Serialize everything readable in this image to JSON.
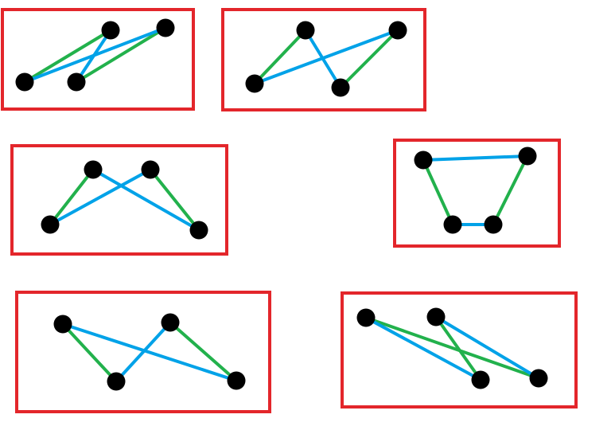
{
  "colors": {
    "background": "#ffffff",
    "frame": "#e3262b",
    "green_edge": "#22b14c",
    "blue_edge": "#00a2e8",
    "node": "#000000"
  },
  "panels": [
    {
      "id": "panel-1",
      "node_count": 4,
      "edges": [
        {
          "from": 0,
          "to": 1,
          "color": "green"
        },
        {
          "from": 2,
          "to": 3,
          "color": "green"
        },
        {
          "from": 0,
          "to": 3,
          "color": "blue"
        },
        {
          "from": 1,
          "to": 2,
          "color": "blue"
        }
      ]
    },
    {
      "id": "panel-2",
      "node_count": 4,
      "edges": [
        {
          "from": 0,
          "to": 1,
          "color": "green"
        },
        {
          "from": 2,
          "to": 3,
          "color": "green"
        },
        {
          "from": 0,
          "to": 3,
          "color": "blue"
        },
        {
          "from": 1,
          "to": 2,
          "color": "blue"
        }
      ]
    },
    {
      "id": "panel-3",
      "node_count": 4,
      "edges": [
        {
          "from": 0,
          "to": 1,
          "color": "green"
        },
        {
          "from": 2,
          "to": 3,
          "color": "green"
        },
        {
          "from": 0,
          "to": 2,
          "color": "blue"
        },
        {
          "from": 1,
          "to": 3,
          "color": "blue"
        }
      ]
    },
    {
      "id": "panel-4",
      "node_count": 4,
      "edges": [
        {
          "from": 0,
          "to": 1,
          "color": "green"
        },
        {
          "from": 2,
          "to": 3,
          "color": "green"
        },
        {
          "from": 0,
          "to": 2,
          "color": "blue"
        },
        {
          "from": 1,
          "to": 3,
          "color": "blue"
        }
      ]
    },
    {
      "id": "panel-5",
      "node_count": 4,
      "edges": [
        {
          "from": 0,
          "to": 1,
          "color": "green"
        },
        {
          "from": 2,
          "to": 3,
          "color": "green"
        },
        {
          "from": 0,
          "to": 3,
          "color": "blue"
        },
        {
          "from": 1,
          "to": 2,
          "color": "blue"
        }
      ]
    },
    {
      "id": "panel-6",
      "node_count": 4,
      "edges": [
        {
          "from": 0,
          "to": 1,
          "color": "green"
        },
        {
          "from": 2,
          "to": 3,
          "color": "green"
        },
        {
          "from": 0,
          "to": 3,
          "color": "blue"
        },
        {
          "from": 1,
          "to": 2,
          "color": "blue"
        }
      ]
    }
  ]
}
